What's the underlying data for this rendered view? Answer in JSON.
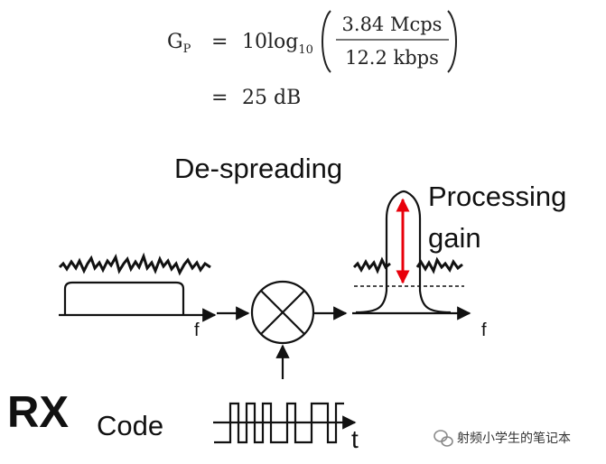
{
  "formula": {
    "lhs_main": "G",
    "lhs_sub": "P",
    "eq1": "=",
    "coef": "10",
    "log": "log",
    "log_base": "10",
    "numerator": "3.84 Mcps",
    "denominator": "12.2 kbps",
    "eq2": "=",
    "result": "25 dB"
  },
  "diagram": {
    "title": "De-spreading",
    "gain_label_line1": "Processing",
    "gain_label_line2": "gain",
    "axis_f_left": "f",
    "axis_f_right": "f",
    "rx_label": "RX",
    "code_label": "Code",
    "axis_t": "t"
  },
  "watermark": {
    "text": "射频小学生的笔记本"
  },
  "colors": {
    "ink": "#111111",
    "gain_arrow": "#e8000b",
    "watermark_text": "#333333"
  }
}
